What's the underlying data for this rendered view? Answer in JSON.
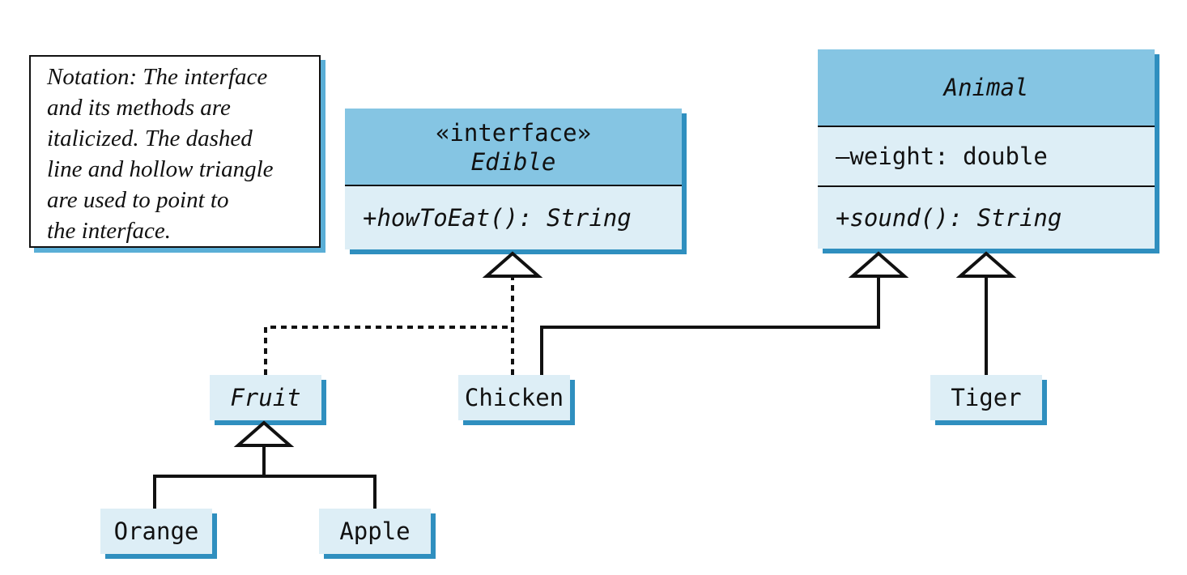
{
  "note": {
    "lines": [
      "Notation: The interface",
      "and its methods are",
      "italicized. The dashed",
      "line and hollow triangle",
      "are used to point to",
      "the interface."
    ]
  },
  "edible": {
    "stereotype": "«interface»",
    "name": "Edible",
    "method": "+howToEat(): String"
  },
  "animal": {
    "name": "Animal",
    "field": "–weight: double",
    "method": "+sound(): String"
  },
  "classes": {
    "fruit": "Fruit",
    "chicken": "Chicken",
    "tiger": "Tiger",
    "orange": "Orange",
    "apple": "Apple"
  },
  "colors": {
    "header": "#85c5e3",
    "body": "#ddeef6",
    "shadow": "#2f8fbf",
    "line": "#111111"
  }
}
